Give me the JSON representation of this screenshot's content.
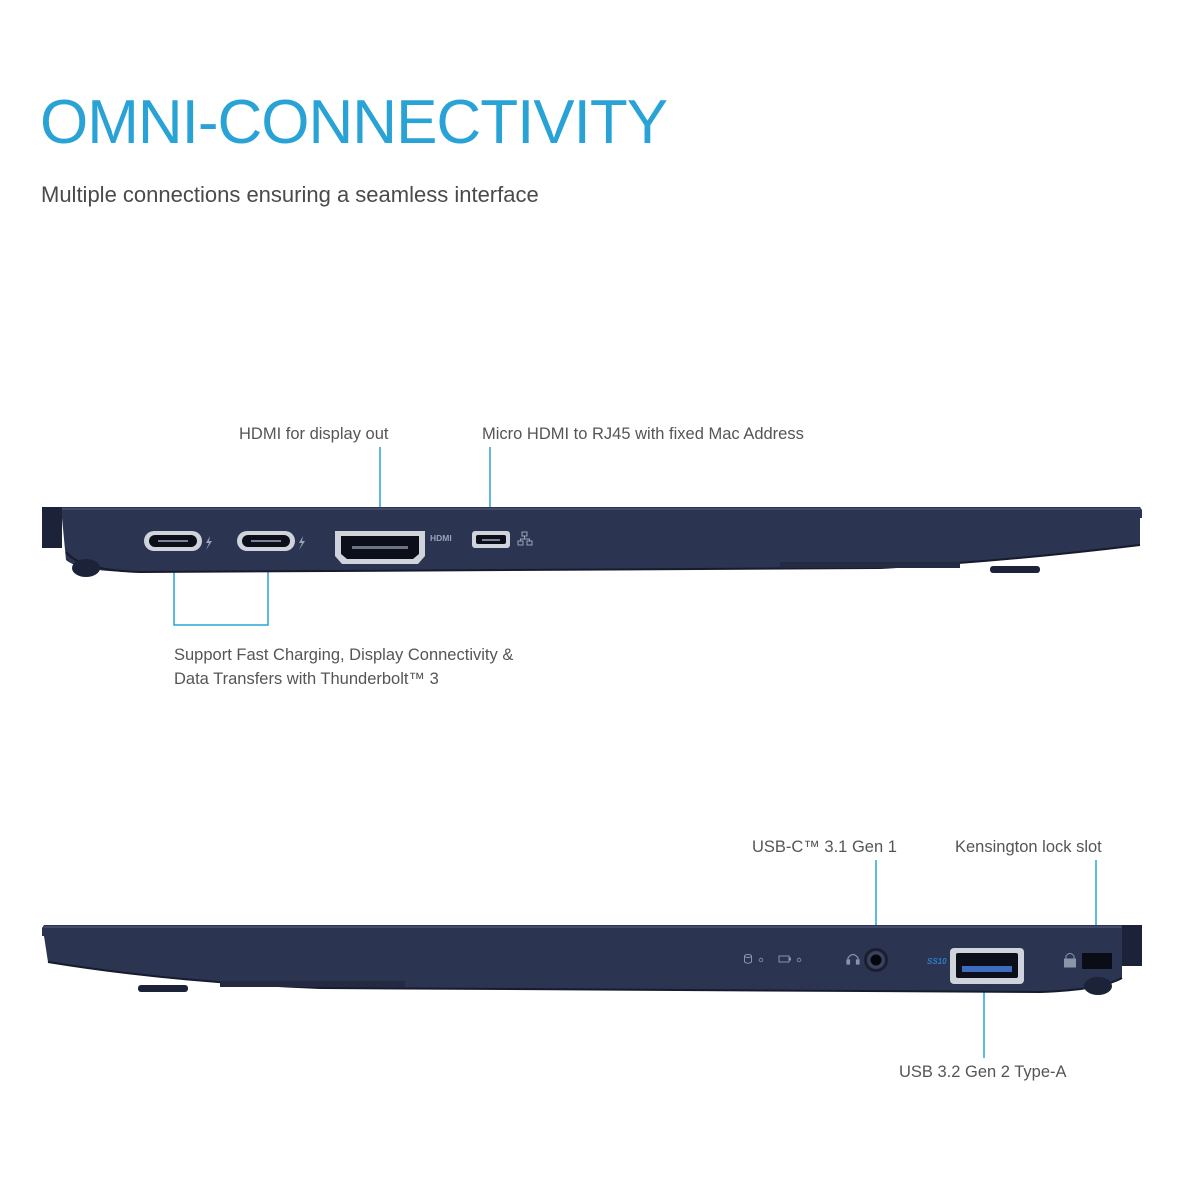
{
  "header": {
    "title": "OMNI-CONNECTIVITY",
    "subtitle": "Multiple connections ensuring a seamless interface"
  },
  "colors": {
    "accent": "#29a3d6",
    "chassis": "#2b3450",
    "chassis_dark": "#1c2238",
    "port_silver": "#cfd3dc"
  },
  "left_side": {
    "callouts": {
      "hdmi": "HDMI for display out",
      "micro_hdmi": "Micro HDMI to RJ45 with fixed Mac Address",
      "thunderbolt_line1": "Support Fast Charging, Display Connectivity &",
      "thunderbolt_line2": "Data Transfers with Thunderbolt™ 3"
    },
    "port_labels": {
      "hdmi": "HDMI"
    },
    "icons": [
      "thunderbolt-icon",
      "thunderbolt-icon",
      "ethernet-icon"
    ]
  },
  "right_side": {
    "callouts": {
      "usb_c": "USB-C™ 3.1 Gen 1",
      "kensington": "Kensington lock slot",
      "usb_a": "USB 3.2 Gen 2 Type-A"
    },
    "port_labels": {
      "usb_a": "SS10"
    },
    "icons": [
      "drive-activity-icon",
      "battery-icon",
      "headset-icon",
      "lock-icon"
    ]
  }
}
